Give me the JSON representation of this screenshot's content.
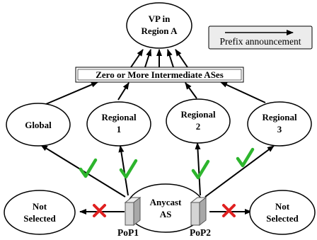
{
  "nodes": {
    "vp": [
      "VP in",
      "Region A"
    ],
    "global": [
      "Global"
    ],
    "regional_1": [
      "Regional",
      "1"
    ],
    "regional_2": [
      "Regional",
      "2"
    ],
    "regional_3": [
      "Regional",
      "3"
    ],
    "anycast": [
      "Anycast",
      "AS"
    ],
    "not_selected_left": [
      "Not",
      "Selected"
    ],
    "not_selected_right": [
      "Not",
      "Selected"
    ]
  },
  "intermediate_box": "Zero or More Intermediate ASes",
  "legend": {
    "label": "Prefix announcement"
  },
  "pops": {
    "pop1": "PoP1",
    "pop2": "PoP2"
  },
  "colors": {
    "check": "#2db52d",
    "cross": "#e02020",
    "legend_fill": "#ececec",
    "router_front": "#d4d4d4",
    "router_top": "#eeeeee",
    "router_side": "#a8a8a8"
  }
}
